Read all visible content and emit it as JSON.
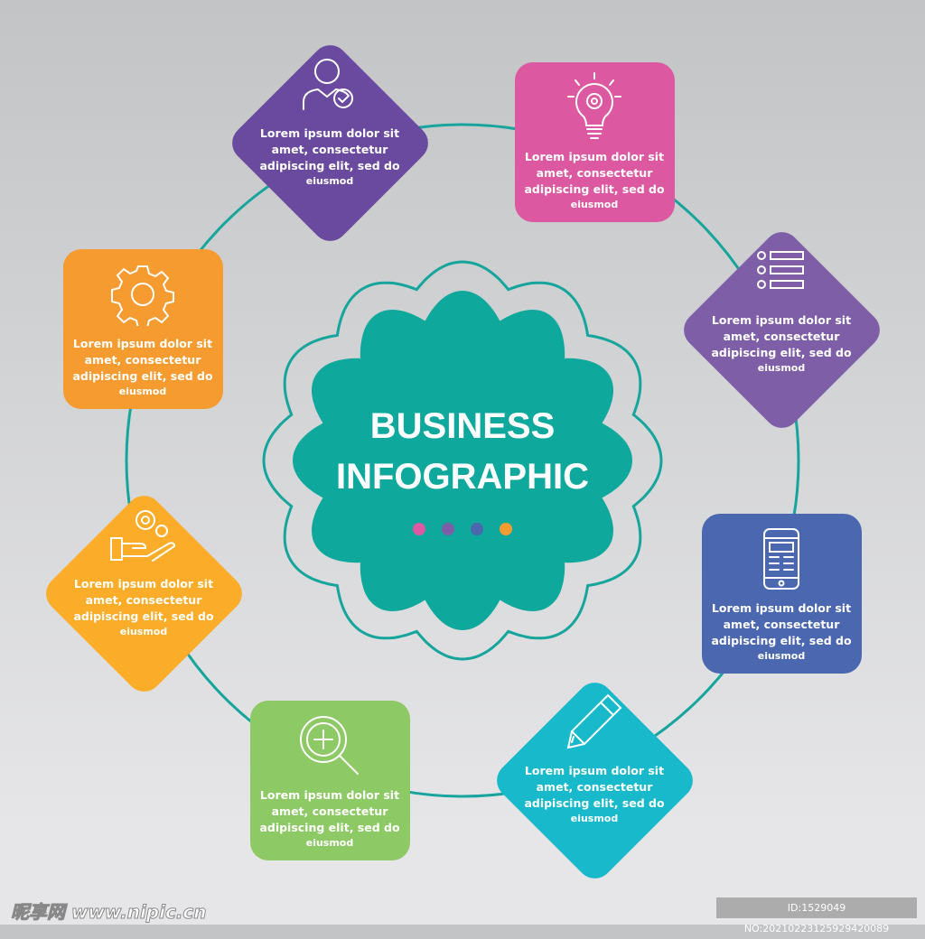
{
  "title": {
    "line1": "BUSINESS",
    "line2": "INFOGRAPHIC"
  },
  "colors": {
    "teal": "#0fa89d",
    "ring": "#15a59c"
  },
  "dots": [
    "#dc58a0",
    "#7f5ea8",
    "#4a67b0",
    "#f59b30"
  ],
  "items": [
    {
      "icon": "user-check-icon",
      "color": "#6a4a9e",
      "l1": "Lorem ipsum dolor sit",
      "l2": "amet, consectetur",
      "l3": "adipiscing elit, sed do",
      "l4": "eiusmod"
    },
    {
      "icon": "lightbulb-gear-icon",
      "color": "#dc58a0",
      "l1": "Lorem ipsum dolor sit",
      "l2": "amet, consectetur",
      "l3": "adipiscing elit, sed do",
      "l4": "eiusmod"
    },
    {
      "icon": "checklist-icon",
      "color": "#7f5ea8",
      "l1": "Lorem ipsum dolor sit",
      "l2": "amet, consectetur",
      "l3": "adipiscing elit, sed do",
      "l4": "eiusmod"
    },
    {
      "icon": "smartphone-icon",
      "color": "#4a67b0",
      "l1": "Lorem ipsum dolor sit",
      "l2": "amet, consectetur",
      "l3": "adipiscing elit, sed do",
      "l4": "eiusmod"
    },
    {
      "icon": "pencil-icon",
      "color": "#19b9cc",
      "l1": "Lorem ipsum dolor sit",
      "l2": "amet, consectetur",
      "l3": "adipiscing elit, sed do",
      "l4": "eiusmod"
    },
    {
      "icon": "magnifier-plus-icon",
      "color": "#8dc965",
      "l1": "Lorem ipsum dolor sit",
      "l2": "amet, consectetur",
      "l3": "adipiscing elit, sed do",
      "l4": "eiusmod"
    },
    {
      "icon": "hand-gears-icon",
      "color": "#fbad2a",
      "l1": "Lorem ipsum dolor sit",
      "l2": "amet, consectetur",
      "l3": "adipiscing elit, sed do",
      "l4": "eiusmod"
    },
    {
      "icon": "gear-icon",
      "color": "#f59b30",
      "l1": "Lorem ipsum dolor sit",
      "l2": "amet, consectetur",
      "l3": "adipiscing elit, sed do",
      "l4": "eiusmod"
    }
  ],
  "watermark": "昵享网 www.nipic.cn",
  "image_id": "ID:1529049 NO:20210223125929420089"
}
